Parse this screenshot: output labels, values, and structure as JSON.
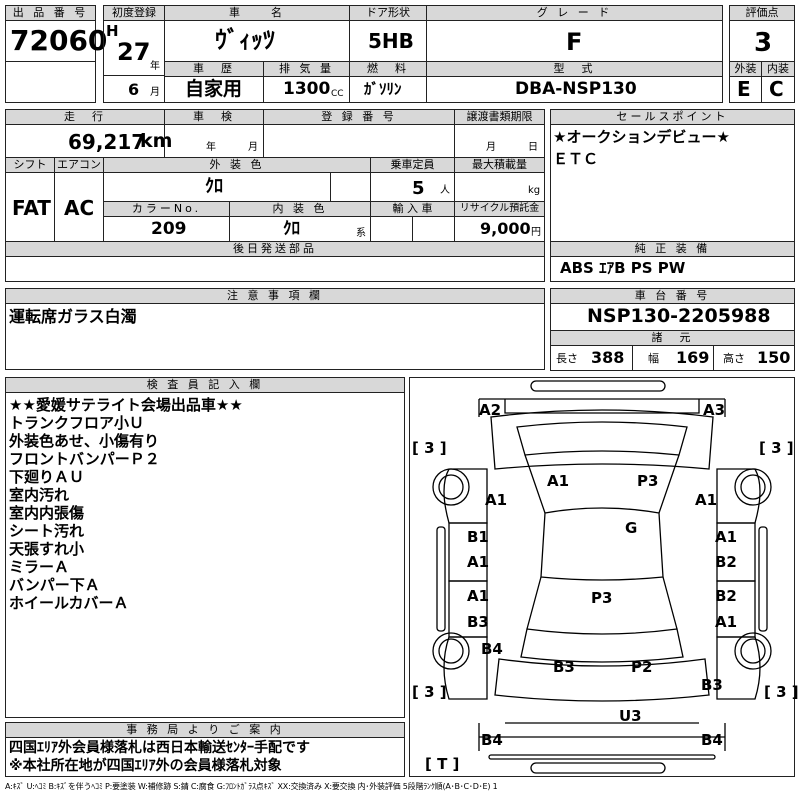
{
  "labels": {
    "lot_no": "出 品 番 号",
    "first_reg": "初度登録",
    "car_name": "車　　名",
    "door": "ドア形状",
    "grade": "グ レ ー ド",
    "score": "評価点",
    "history": "車　歴",
    "displacement": "排 気 量",
    "fuel": "燃　料",
    "model": "型　式",
    "ext_grade": "外装",
    "int_grade": "内装",
    "mileage": "走　行",
    "inspection": "車　検",
    "reg_no": "登 録 番 号",
    "transfer_docs": "譲渡書類期限",
    "sales_point": "セールスポイント",
    "shift": "シフト",
    "aircon": "エアコン",
    "ext_color": "外 装 色",
    "capacity": "乗車定員",
    "max_load": "最大積載量",
    "color_no": "カラーNo.",
    "int_color": "内 装 色",
    "import": "輸 入 車",
    "recycle": "リサイクル預託金",
    "later_parts": "後日発送部品",
    "genuine": "純 正 装 備",
    "caution": "注 意 事 項 欄",
    "chassis": "車 台 番 号",
    "specs": "諸　元",
    "inspector": "検 査 員 記 入 欄",
    "office": "事 務 局 よ り ご 案 内"
  },
  "units": {
    "year": "年",
    "month": "月",
    "cc": "CC",
    "km": "km",
    "people": "人",
    "kg": "kg",
    "yen": "円",
    "series": "系",
    "length": "長さ",
    "width": "幅",
    "height": "高さ"
  },
  "vehicle": {
    "lot_no": "72060",
    "era": "H",
    "first_reg_year": "27",
    "first_reg_month": "6",
    "car_name": "ｳﾞｨｯﾂ",
    "door": "5HB",
    "grade": "F",
    "score": "3",
    "history": "自家用",
    "displacement": "1300",
    "fuel": "ｶﾞｿﾘﾝ",
    "model": "DBA-NSP130",
    "ext_grade": "E",
    "int_grade": "C",
    "mileage": "69,217",
    "shift": "FAT",
    "aircon": "AC",
    "ext_color": "ｸﾛ",
    "capacity": "5",
    "color_no": "209",
    "int_color": "ｸﾛ",
    "recycle": "9,000",
    "chassis": "NSP130-2205988",
    "length": "388",
    "width": "169",
    "height": "150"
  },
  "sales_point": [
    "★オークションデビュー★",
    "ＥＴＣ"
  ],
  "genuine": "ABS ｴｱB PS PW",
  "caution": "運転席ガラス白濁",
  "inspector_notes": [
    "★★愛媛サテライト会場出品車★★",
    "トランクフロア小Ｕ",
    "外装色あせ、小傷有り",
    "フロントバンパーＰ２",
    "下廻りＡＵ",
    "室内汚れ",
    "室内内張傷",
    "シート汚れ",
    "天張すれ小",
    "ミラーＡ",
    "バンパー下Ａ",
    "ホイールカバーＡ"
  ],
  "office_notes": [
    "四国ｴﾘｱ外会員様落札は西日本輸送ｾﾝﾀｰ手配です",
    "※本社所在地が四国ｴﾘｱ外の会員様落札対象"
  ],
  "diagram": {
    "tread_labels": [
      "[ 3 ]",
      "[ 3 ]",
      "[ 3 ]",
      "[ 3 ]",
      "[ T ]"
    ],
    "marks": [
      "A2",
      "A3",
      "A1",
      "P3",
      "A1",
      "A1",
      "G",
      "B1",
      "A1",
      "A1",
      "B2",
      "A1",
      "B3",
      "P3",
      "B2",
      "A1",
      "B4",
      "B3",
      "P2",
      "B3",
      "U3",
      "B4",
      "B4"
    ]
  },
  "legend": "A:ｷｽﾞ  U:ﾍｺﾐ  B:ｷｽﾞを伴うﾍｺﾐ  P:要塗装  W:補修跡  S:錆  C:腐食  G:ﾌﾛﾝﾄｶﾞﾗｽ点ｷｽﾞ  XX:交換済み  X:要交換  内･外装評価  5段階ﾗﾝｸ順(A･B･C･D･E)  1"
}
